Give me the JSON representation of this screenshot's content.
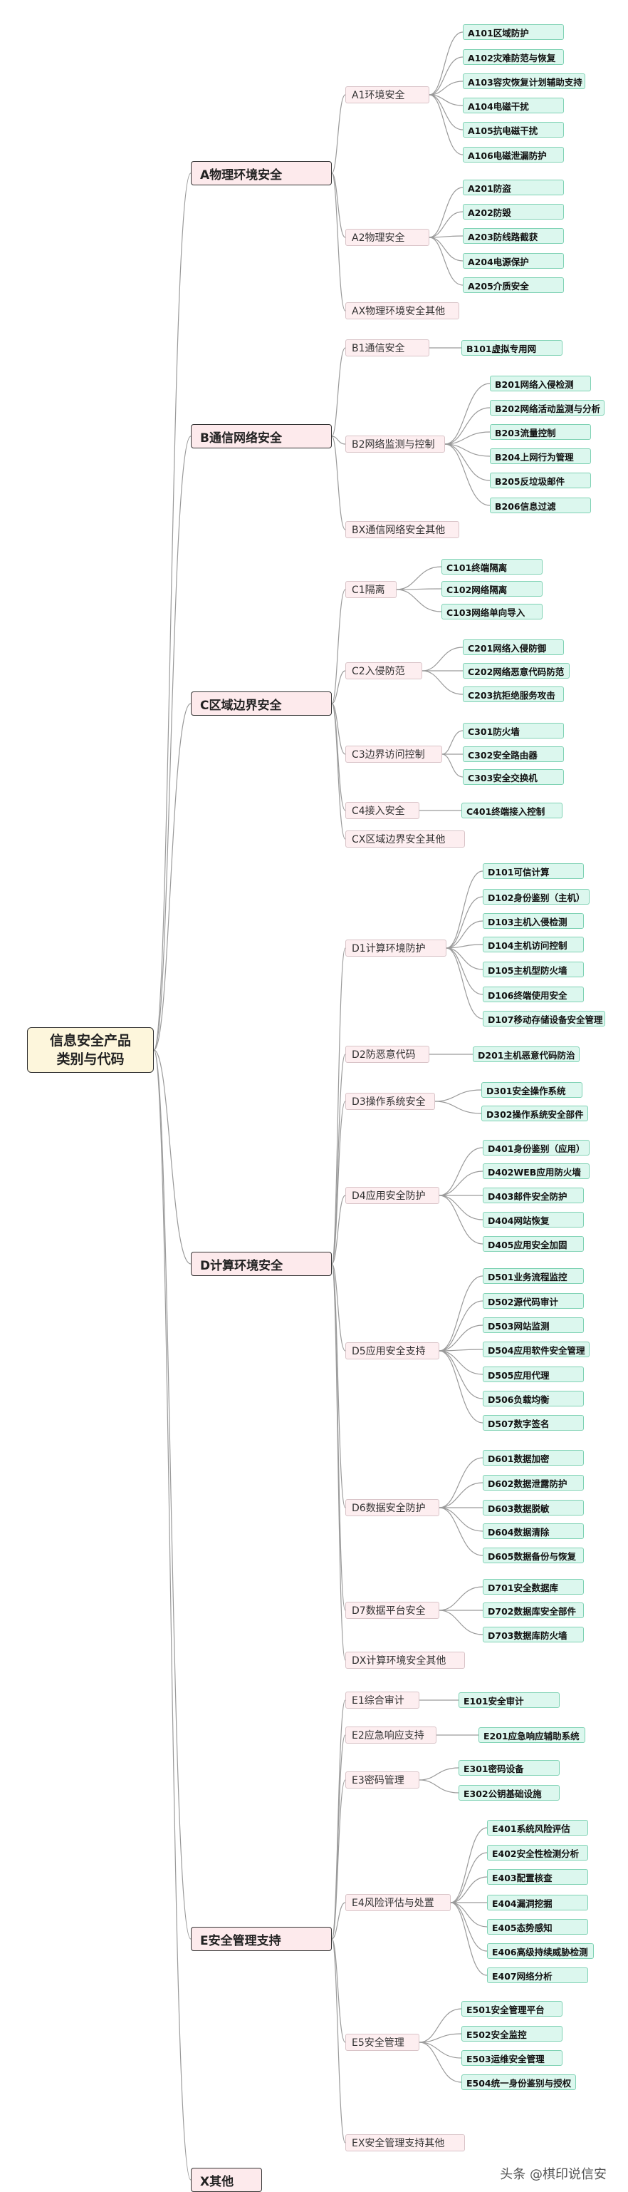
{
  "root": "信息安全产品\n类别与代码",
  "watermark": "头条 @棋印说信安",
  "categories": [
    {
      "label": "A物理环境安全",
      "groups": [
        {
          "label": "A1环境安全",
          "items": [
            "A101区域防护",
            "A102灾难防范与恢复",
            "A103容灾恢复计划辅助支持",
            "A104电磁干扰",
            "A105抗电磁干扰",
            "A106电磁泄漏防护"
          ]
        },
        {
          "label": "A2物理安全",
          "items": [
            "A201防盗",
            "A202防毁",
            "A203防线路截获",
            "A204电源保护",
            "A205介质安全"
          ]
        },
        {
          "label": "AX物理环境安全其他",
          "items": []
        }
      ]
    },
    {
      "label": "B通信网络安全",
      "groups": [
        {
          "label": "B1通信安全",
          "items": [
            "B101虚拟专用网"
          ]
        },
        {
          "label": "B2网络监测与控制",
          "items": [
            "B201网络入侵检测",
            "B202网络活动监测与分析",
            "B203流量控制",
            "B204上网行为管理",
            "B205反垃圾邮件",
            "B206信息过滤"
          ]
        },
        {
          "label": "BX通信网络安全其他",
          "items": []
        }
      ]
    },
    {
      "label": "C区域边界安全",
      "groups": [
        {
          "label": "C1隔离",
          "items": [
            "C101终端隔离",
            "C102网络隔离",
            "C103网络单向导入"
          ]
        },
        {
          "label": "C2入侵防范",
          "items": [
            "C201网络入侵防御",
            "C202网络恶意代码防范",
            "C203抗拒绝服务攻击"
          ]
        },
        {
          "label": "C3边界访问控制",
          "items": [
            "C301防火墙",
            "C302安全路由器",
            "C303安全交换机"
          ]
        },
        {
          "label": "C4接入安全",
          "items": [
            "C401终端接入控制"
          ]
        },
        {
          "label": "CX区域边界安全其他",
          "items": []
        }
      ]
    },
    {
      "label": "D计算环境安全",
      "groups": [
        {
          "label": "D1计算环境防护",
          "items": [
            "D101可信计算",
            "D102身份鉴别（主机）",
            "D103主机入侵检测",
            "D104主机访问控制",
            "D105主机型防火墙",
            "D106终端使用安全",
            "D107移动存储设备安全管理"
          ]
        },
        {
          "label": "D2防恶意代码",
          "items": [
            "D201主机恶意代码防治"
          ]
        },
        {
          "label": "D3操作系统安全",
          "items": [
            "D301安全操作系统",
            "D302操作系统安全部件"
          ]
        },
        {
          "label": "D4应用安全防护",
          "items": [
            "D401身份鉴别（应用）",
            "D402WEB应用防火墙",
            "D403邮件安全防护",
            "D404网站恢复",
            "D405应用安全加固"
          ]
        },
        {
          "label": "D5应用安全支持",
          "items": [
            "D501业务流程监控",
            "D502源代码审计",
            "D503网站监测",
            "D504应用软件安全管理",
            "D505应用代理",
            "D506负载均衡",
            "D507数字签名"
          ]
        },
        {
          "label": "D6数据安全防护",
          "items": [
            "D601数据加密",
            "D602数据泄露防护",
            "D603数据脱敏",
            "D604数据清除",
            "D605数据备份与恢复"
          ]
        },
        {
          "label": "D7数据平台安全",
          "items": [
            "D701安全数据库",
            "D702数据库安全部件",
            "D703数据库防火墙"
          ]
        },
        {
          "label": "DX计算环境安全其他",
          "items": []
        }
      ]
    },
    {
      "label": "E安全管理支持",
      "groups": [
        {
          "label": "E1综合审计",
          "items": [
            "E101安全审计"
          ]
        },
        {
          "label": "E2应急响应支持",
          "items": [
            "E201应急响应辅助系统"
          ]
        },
        {
          "label": "E3密码管理",
          "items": [
            "E301密码设备",
            "E302公钥基础设施"
          ]
        },
        {
          "label": "E4风险评估与处置",
          "items": [
            "E401系统风险评估",
            "E402安全性检测分析",
            "E403配置核查",
            "E404漏洞挖掘",
            "E405态势感知",
            "E406高级持续威胁检测",
            "E407网络分析"
          ]
        },
        {
          "label": "E5安全管理",
          "items": [
            "E501安全管理平台",
            "E502安全监控",
            "E503运维安全管理",
            "E504统一身份鉴别与授权"
          ]
        },
        {
          "label": "EX安全管理支持其他",
          "items": []
        }
      ]
    },
    {
      "label": "X其他",
      "groups": []
    }
  ]
}
